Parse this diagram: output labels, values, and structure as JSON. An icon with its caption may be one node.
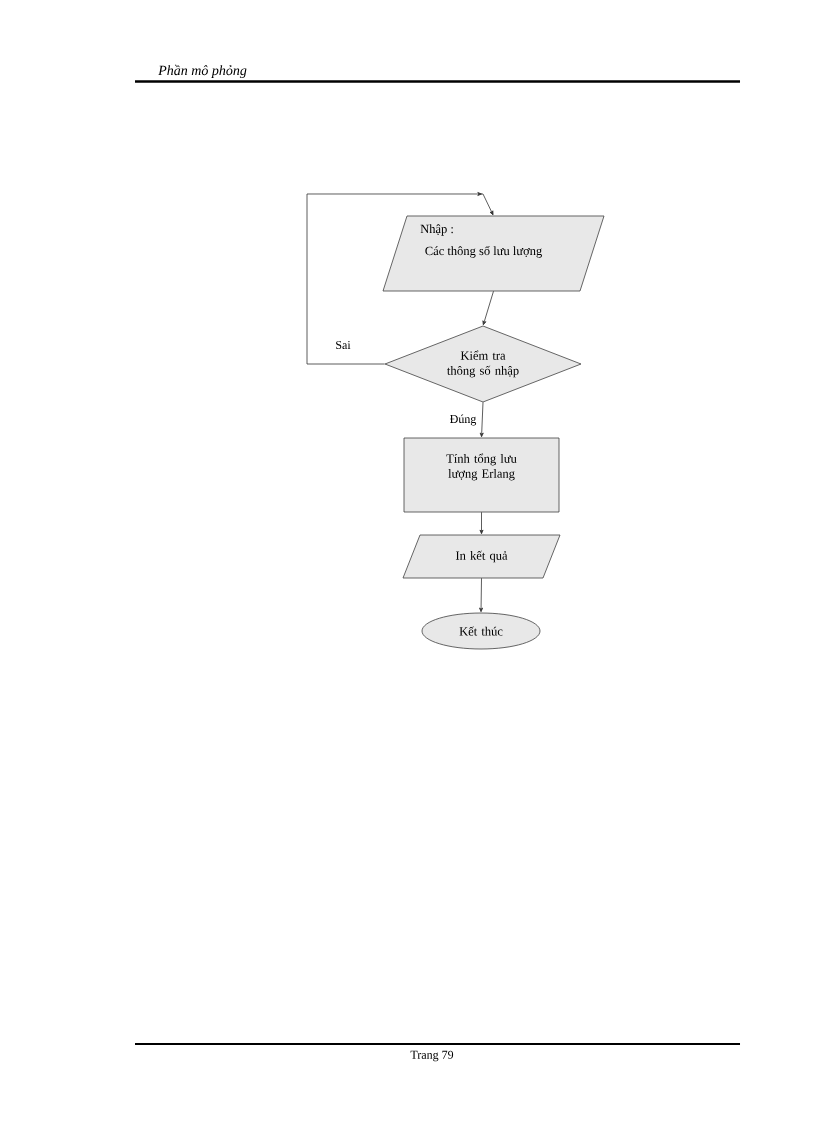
{
  "diagram": {
    "title": "Phần mô phỏng",
    "nodes": [
      {
        "text": [
          "Nhập :",
          "Các thông số lưu lượng"
        ]
      },
      {
        "text": [
          "Kiểm tra thông số nhập"
        ]
      },
      {
        "text": [
          "Tính tổng lưu lượng Erlang"
        ]
      },
      {
        "text": [
          "In kết quả"
        ]
      },
      {
        "text": [
          "Kết thúc"
        ]
      }
    ],
    "edges": [
      {
        "from": 0,
        "to": 1,
        "arrow": "to"
      },
      {
        "from": 1,
        "to": 2,
        "arrow": "to",
        "label": "Đúng"
      },
      {
        "from": 2,
        "to": 3,
        "arrow": "to"
      },
      {
        "from": 3,
        "to": 4,
        "arrow": "to"
      },
      {
        "from": 1,
        "to": 0,
        "arrow": "to",
        "label": "Sai"
      }
    ],
    "labels": [
      "Trang 79"
    ]
  }
}
